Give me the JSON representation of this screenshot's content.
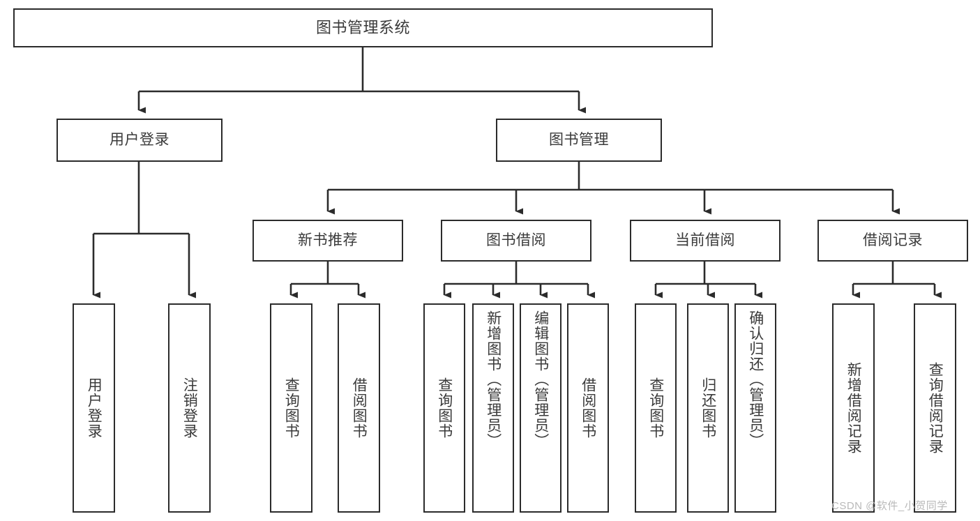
{
  "diagram": {
    "title": "图书管理系统",
    "type": "功能结构图",
    "line_color": "#2b2b2b",
    "text_color": "#3a3a3a",
    "background": "#ffffff"
  },
  "nodes": {
    "root": {
      "label": "图书管理系统",
      "level": 1
    },
    "level2": [
      {
        "id": "user-login",
        "label": "用户登录"
      },
      {
        "id": "book-management",
        "label": "图书管理"
      }
    ],
    "level3": [
      {
        "id": "new-book-recommend",
        "label": "新书推荐",
        "parent": "book-management"
      },
      {
        "id": "book-borrow",
        "label": "图书借阅",
        "parent": "book-management"
      },
      {
        "id": "current-borrow",
        "label": "当前借阅",
        "parent": "book-management"
      },
      {
        "id": "borrow-record",
        "label": "借阅记录",
        "parent": "book-management"
      }
    ],
    "leaves": {
      "user-login": [
        {
          "id": "leaf-user-login",
          "label": "用户登录"
        },
        {
          "id": "leaf-logout",
          "label": "注销登录"
        }
      ],
      "new-book-recommend": [
        {
          "id": "leaf-query-book-1",
          "label": "查询图书"
        },
        {
          "id": "leaf-borrow-book-1",
          "label": "借阅图书"
        }
      ],
      "book-borrow": [
        {
          "id": "leaf-query-book-2",
          "label": "查询图书"
        },
        {
          "id": "leaf-add-book",
          "label": "新增图书（管理员）"
        },
        {
          "id": "leaf-edit-book",
          "label": "编辑图书（管理员）"
        },
        {
          "id": "leaf-borrow-book-2",
          "label": "借阅图书"
        }
      ],
      "current-borrow": [
        {
          "id": "leaf-query-book-3",
          "label": "查询图书"
        },
        {
          "id": "leaf-return-book",
          "label": "归还图书"
        },
        {
          "id": "leaf-confirm-return",
          "label": "确认归还（管理员）"
        }
      ],
      "borrow-record": [
        {
          "id": "leaf-add-record",
          "label": "新增借阅记录"
        },
        {
          "id": "leaf-query-record",
          "label": "查询借阅记录"
        }
      ]
    }
  },
  "watermark": {
    "text": "CSDN @软件_小贺同学"
  }
}
